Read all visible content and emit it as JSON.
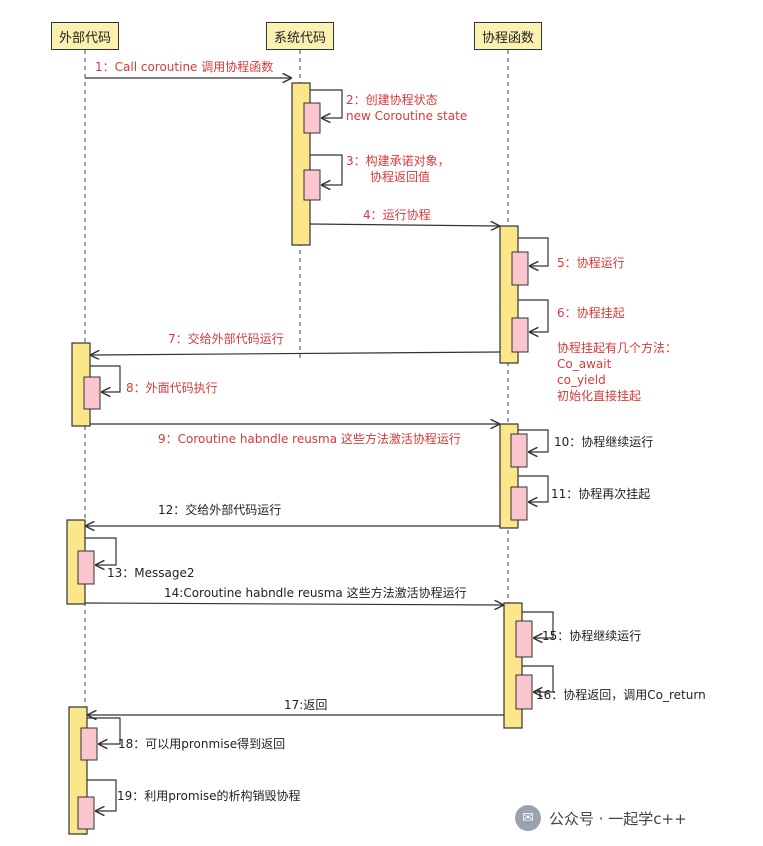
{
  "participants": [
    {
      "id": "ext",
      "label": "外部代码"
    },
    {
      "id": "sys",
      "label": "系统代码"
    },
    {
      "id": "co",
      "label": "协程函数"
    }
  ],
  "messages": [
    {
      "n": "1",
      "lines": [
        "1：Call coroutine 调用协程函数"
      ]
    },
    {
      "n": "2",
      "lines": [
        "2：创建协程状态",
        "new Coroutine state"
      ]
    },
    {
      "n": "3",
      "lines": [
        "3：构建承诺对象，",
        "协程返回值"
      ]
    },
    {
      "n": "4",
      "lines": [
        "4：运行协程"
      ]
    },
    {
      "n": "5",
      "lines": [
        "5：协程运行"
      ]
    },
    {
      "n": "6",
      "lines": [
        "6：协程挂起"
      ]
    },
    {
      "n": "6note",
      "lines": [
        "协程挂起有几个方法：",
        "Co_await",
        "co_yield",
        "初始化直接挂起"
      ]
    },
    {
      "n": "7",
      "lines": [
        "7：交给外部代码运行"
      ]
    },
    {
      "n": "8",
      "lines": [
        "8：外面代码执行"
      ]
    },
    {
      "n": "9",
      "lines": [
        "9：Coroutine habndle reusma 这些方法激活协程运行"
      ]
    },
    {
      "n": "10",
      "lines": [
        "10：协程继续运行"
      ]
    },
    {
      "n": "11",
      "lines": [
        "11：协程再次挂起"
      ]
    },
    {
      "n": "12",
      "lines": [
        "12：交给外部代码运行"
      ]
    },
    {
      "n": "13",
      "lines": [
        "13：Message2"
      ]
    },
    {
      "n": "14",
      "lines": [
        "14:Coroutine habndle reusma 这些方法激活协程运行"
      ]
    },
    {
      "n": "15",
      "lines": [
        "15：协程继续运行"
      ]
    },
    {
      "n": "16",
      "lines": [
        "16：协程返回，调用Co_return"
      ]
    },
    {
      "n": "17",
      "lines": [
        "17:返回"
      ]
    },
    {
      "n": "18",
      "lines": [
        "18：可以用pronmise得到返回"
      ]
    },
    {
      "n": "19",
      "lines": [
        "19：利用promise的析构销毁协程"
      ]
    }
  ],
  "watermark": {
    "icon": "wechat-icon",
    "text": "公众号 · 一起学c++"
  },
  "colors": {
    "participant_fill": "#fbf1b0",
    "activation_fill": "#fbe68a",
    "nested_fill": "#f8c6cc",
    "red_label": "#d63a3a",
    "line": "#333333"
  }
}
